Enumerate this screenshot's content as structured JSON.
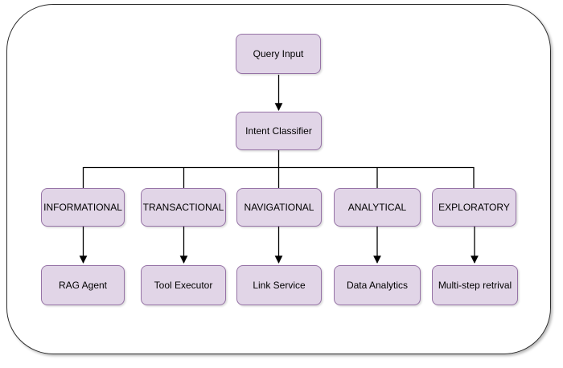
{
  "diagram": {
    "type": "flowchart",
    "background_color": "#ffffff",
    "frame_border_color": "#2d2d2d",
    "node_fill_color": "#e1d5e7",
    "node_border_color": "#9673a6",
    "connector_color": "#000000",
    "text_color": "#000000",
    "root": {
      "label": "Query Input"
    },
    "classifier": {
      "label": "Intent Classifier"
    },
    "branches": [
      {
        "intent": "INFORMATIONAL",
        "handler": "RAG Agent"
      },
      {
        "intent": "TRANSACTIONAL",
        "handler": "Tool Executor"
      },
      {
        "intent": "NAVIGATIONAL",
        "handler": "Link Service"
      },
      {
        "intent": "ANALYTICAL",
        "handler": "Data Analytics"
      },
      {
        "intent": "EXPLORATORY",
        "handler": "Multi-step retrival"
      }
    ]
  }
}
